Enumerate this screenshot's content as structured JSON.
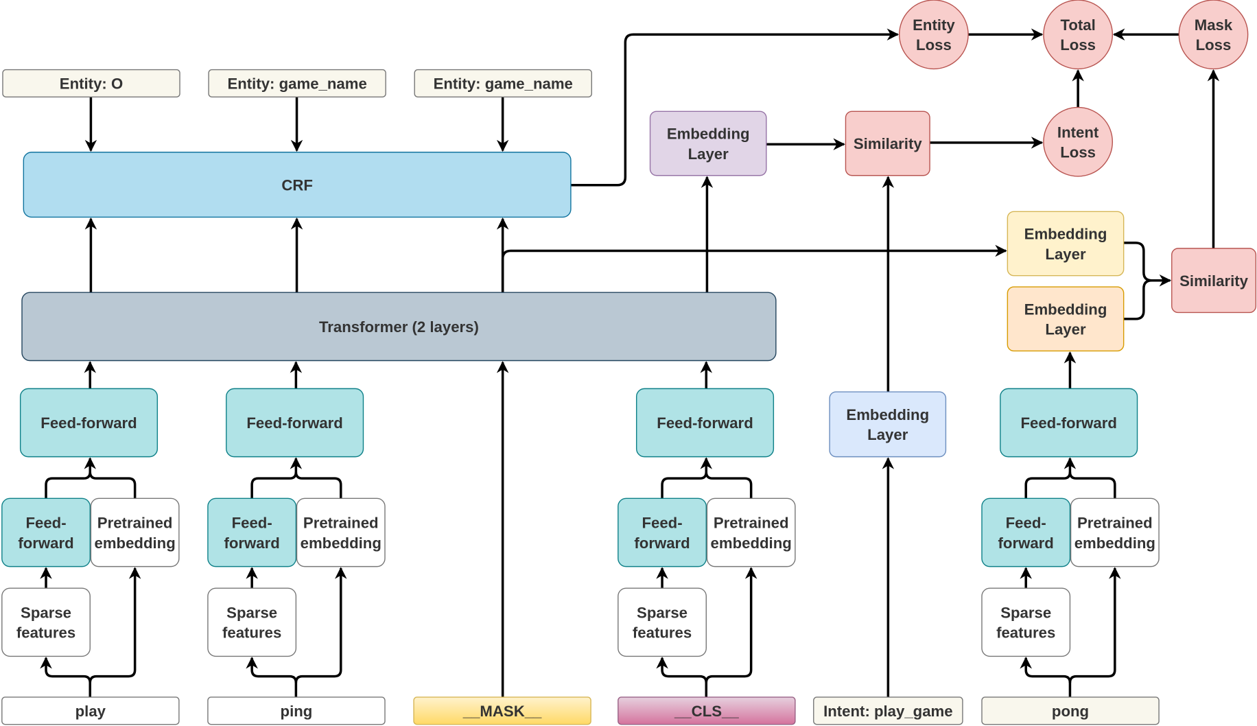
{
  "colors": {
    "label_fill": "#f9f7ed",
    "label_stroke": "#777777",
    "crf_fill": "#b1ddf0",
    "crf_stroke": "#10739e",
    "transformer_fill": "#bac8d3",
    "transformer_stroke": "#23445d",
    "ff_fill": "#b0e3e6",
    "ff_stroke": "#0e8088",
    "loss_fill": "#f8cecc",
    "loss_stroke": "#b85450",
    "emb_purple_fill": "#e1d5e7",
    "emb_purple_stroke": "#9673a6",
    "emb_blue_fill": "#dae8fc",
    "emb_blue_stroke": "#6c8ebf",
    "emb_yellow_fill": "#fff2cc",
    "emb_yellow_stroke": "#d6b656",
    "emb_orange_fill": "#ffe6cc",
    "emb_orange_stroke": "#d79b00",
    "mask_token_gradient": [
      "#fff2cc",
      "#ffd966"
    ],
    "cls_token_gradient": [
      "#e6d0de",
      "#d5739d"
    ]
  },
  "entities": [
    {
      "lines": [
        "Entity: O"
      ]
    },
    {
      "lines": [
        "Entity: game_name"
      ]
    },
    {
      "lines": [
        "Entity: game_name"
      ]
    }
  ],
  "crf": {
    "lines": [
      "CRF"
    ]
  },
  "transformer": {
    "lines": [
      "Transformer (2 layers)"
    ]
  },
  "embedding_purple": {
    "lines": [
      "Embedding",
      "Layer"
    ]
  },
  "embedding_blue": {
    "lines": [
      "Embedding",
      "Layer"
    ]
  },
  "embedding_yellow": {
    "lines": [
      "Embedding",
      "Layer"
    ]
  },
  "embedding_orange": {
    "lines": [
      "Embedding",
      "Layer"
    ]
  },
  "similarity_intent": {
    "lines": [
      "Similarity"
    ]
  },
  "similarity_mask": {
    "lines": [
      "Similarity"
    ]
  },
  "losses": {
    "entity": {
      "lines": [
        "Entity",
        "Loss"
      ]
    },
    "total": {
      "lines": [
        "Total",
        "Loss"
      ]
    },
    "mask": {
      "lines": [
        "Mask",
        "Loss"
      ]
    },
    "intent": {
      "lines": [
        "Intent",
        "Loss"
      ]
    }
  },
  "token_groups": [
    {
      "word": {
        "lines": [
          "play"
        ]
      },
      "ff": {
        "lines": [
          "Feed-forward"
        ]
      },
      "small_ff": {
        "lines": [
          "Feed-",
          "forward"
        ]
      },
      "pretrained": {
        "lines": [
          "Pretrained",
          "embedding"
        ]
      },
      "sparse": {
        "lines": [
          "Sparse",
          "features"
        ]
      }
    },
    {
      "word": {
        "lines": [
          "ping"
        ]
      },
      "ff": {
        "lines": [
          "Feed-forward"
        ]
      },
      "small_ff": {
        "lines": [
          "Feed-",
          "forward"
        ]
      },
      "pretrained": {
        "lines": [
          "Pretrained",
          "embedding"
        ]
      },
      "sparse": {
        "lines": [
          "Sparse",
          "features"
        ]
      }
    },
    {
      "word": {
        "lines": [
          "__CLS__"
        ]
      },
      "ff": {
        "lines": [
          "Feed-forward"
        ]
      },
      "small_ff": {
        "lines": [
          "Feed-",
          "forward"
        ]
      },
      "pretrained": {
        "lines": [
          "Pretrained",
          "embedding"
        ]
      },
      "sparse": {
        "lines": [
          "Sparse",
          "features"
        ]
      }
    },
    {
      "word": {
        "lines": [
          "pong"
        ]
      },
      "ff": {
        "lines": [
          "Feed-forward"
        ]
      },
      "small_ff": {
        "lines": [
          "Feed-",
          "forward"
        ]
      },
      "pretrained": {
        "lines": [
          "Pretrained",
          "embedding"
        ]
      },
      "sparse": {
        "lines": [
          "Sparse",
          "features"
        ]
      }
    }
  ],
  "mask_token": {
    "lines": [
      "__MASK__"
    ]
  },
  "intent_label": {
    "lines": [
      "Intent: play_game"
    ]
  }
}
